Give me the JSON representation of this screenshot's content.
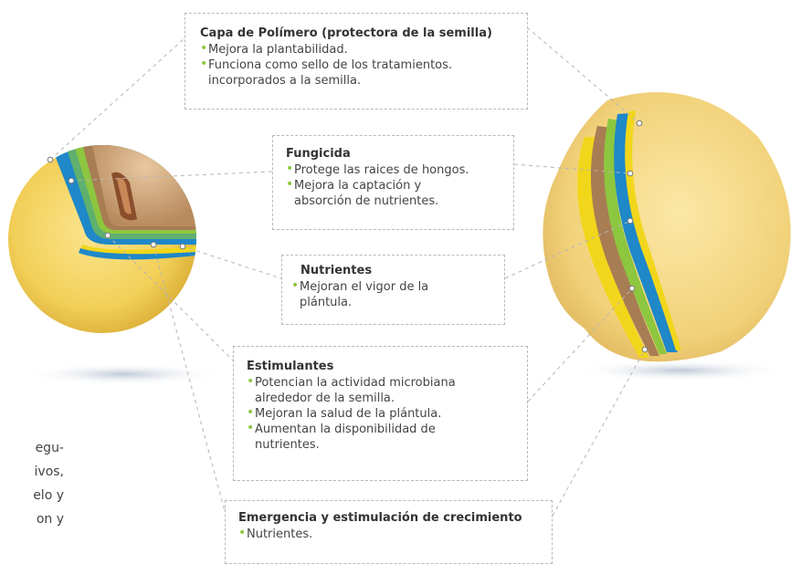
{
  "colors": {
    "bullet": "#8dc63f",
    "polymer_layer": "#1e88c8",
    "fungicide_layer": "#8dc63f",
    "nutrient_layer": "#a87d53",
    "stimulant_layer": "#f2d61b",
    "seed": "#f4d66a",
    "dashed_line": "#b5b5b5"
  },
  "boxes": {
    "polimero": {
      "title": "Capa de Polímero (protectora de la semilla)",
      "items": [
        "Mejora la plantabilidad.",
        "Funciona como sello de los tratamientos."
      ],
      "continuation": "incorporados a la semilla."
    },
    "fungicida": {
      "title": "Fungicida",
      "items": [
        "Protege las raices de hongos.",
        "Mejora la captación y"
      ],
      "continuation": "absorción de nutrientes."
    },
    "nutrientes": {
      "title": "Nutrientes",
      "items": [
        "Mejoran el vigor de la"
      ],
      "continuation": "plántula."
    },
    "estimulantes": {
      "title": "Estimulantes",
      "items": [
        "Potencian la actividad microbiana"
      ],
      "continuation1": "alrededor de la semilla.",
      "items2": [
        "Mejoran la salud de la plántula.",
        "Aumentan la disponibilidad de"
      ],
      "continuation2": "nutrientes."
    },
    "emergencia": {
      "title": "Emergencia y estimulación de crecimiento",
      "items": [
        "Nutrientes."
      ]
    }
  },
  "partial_paragraph": [
    "egu-",
    "ivos,",
    "elo y",
    "on y"
  ]
}
